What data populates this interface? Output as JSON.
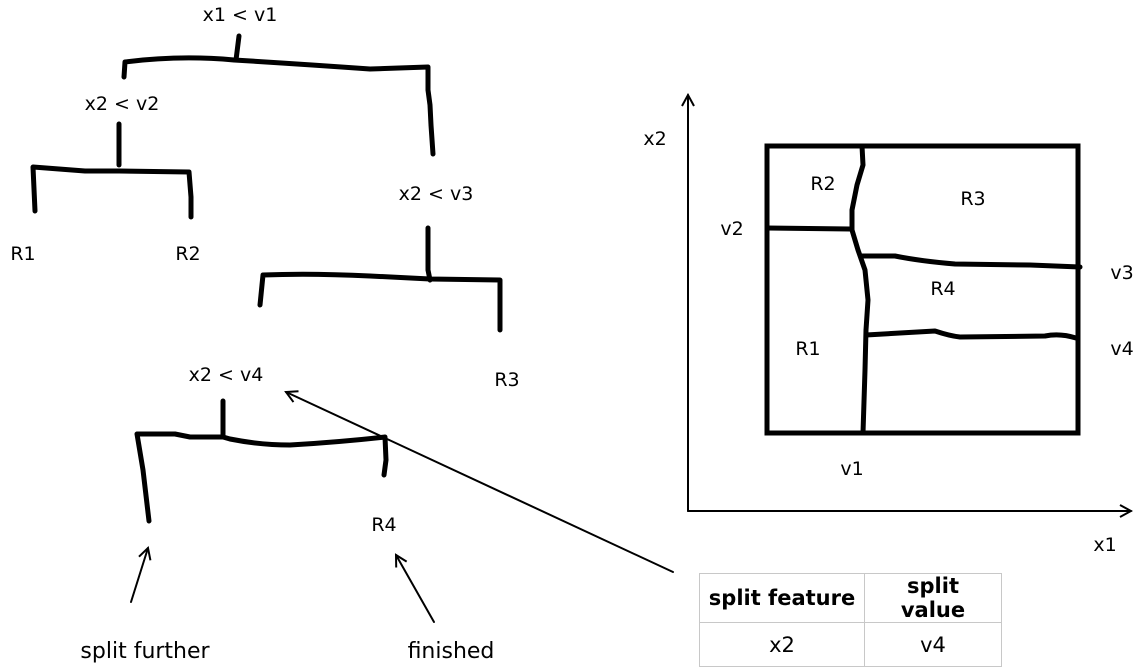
{
  "tree": {
    "root": {
      "condition": "x1 < v1"
    },
    "left_node": {
      "condition": "x2 < v2"
    },
    "right_node": {
      "condition": "x2 < v3"
    },
    "sub_node": {
      "condition": "x2 < v4"
    },
    "leaves": {
      "r1": "R1",
      "r2": "R2",
      "r3": "R3",
      "r4": "R4"
    },
    "annotations": {
      "split_further": "split further",
      "finished": "finished"
    }
  },
  "partition_plot": {
    "x_axis_label": "x1",
    "y_axis_label": "x2",
    "thresholds": {
      "v1": "v1",
      "v2": "v2",
      "v3": "v3",
      "v4": "v4"
    },
    "regions": {
      "r1": "R1",
      "r2": "R2",
      "r3": "R3",
      "r4": "R4"
    }
  },
  "split_table": {
    "headers": [
      "split feature",
      "split value"
    ],
    "rows": [
      [
        "x2",
        "v4"
      ]
    ]
  }
}
